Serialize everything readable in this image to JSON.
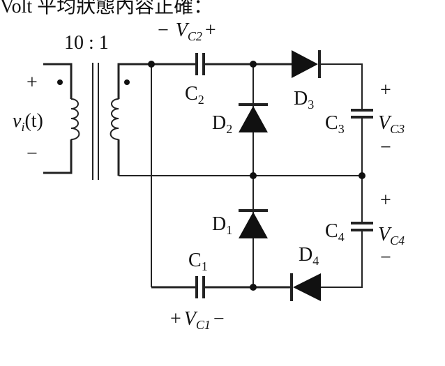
{
  "header_fragment": "Volt   平均狀態內容正確：",
  "transformer": {
    "ratio": "10 : 1"
  },
  "source": {
    "v": "v",
    "sub": "i",
    "arg": "(t)",
    "plus": "+",
    "minus": "−"
  },
  "capacitors": {
    "c2": {
      "name": "C",
      "sub": "2",
      "voltage": {
        "minus": "−",
        "v": "V",
        "sub": "C2",
        "plus": "+"
      }
    },
    "c1": {
      "name": "C",
      "sub": "1",
      "voltage": {
        "plus": "+",
        "v": "V",
        "sub": "C1",
        "minus": "−"
      }
    },
    "c3": {
      "name": "C",
      "sub": "3",
      "voltage": {
        "v": "V",
        "sub": "C3",
        "plus": "+",
        "minus": "−"
      }
    },
    "c4": {
      "name": "C",
      "sub": "4",
      "voltage": {
        "v": "V",
        "sub": "C4",
        "plus": "+",
        "minus": "−"
      }
    }
  },
  "diodes": {
    "d1": {
      "name": "D",
      "sub": "1"
    },
    "d2": {
      "name": "D",
      "sub": "2"
    },
    "d3": {
      "name": "D",
      "sub": "3"
    },
    "d4": {
      "name": "D",
      "sub": "4"
    }
  }
}
